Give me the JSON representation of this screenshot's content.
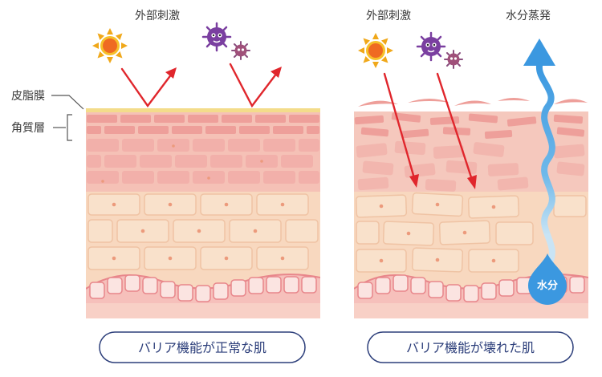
{
  "left": {
    "stimulus_label": "外部刺激",
    "caption": "バリア機能が正常な肌"
  },
  "right": {
    "stimulus_label": "外部刺激",
    "evaporation_label": "水分蒸発",
    "water_label": "水分",
    "caption": "バリア機能が壊れた肌"
  },
  "layers": {
    "sebum_membrane": "皮脂膜",
    "stratum_corneum": "角質層"
  },
  "icons": [
    "sun-icon",
    "germ-icon"
  ],
  "colors": {
    "arrow": "#e0262c",
    "sebum": "#f3dc8a",
    "corneum": "#ee9f9a",
    "epidermis": "#f8d8bf",
    "basal": "#f0a4a6",
    "water": "#4aa0e0",
    "germ": "#7a3fa0",
    "sun": "#f0a81a",
    "pill_border": "#2c3e7a"
  }
}
